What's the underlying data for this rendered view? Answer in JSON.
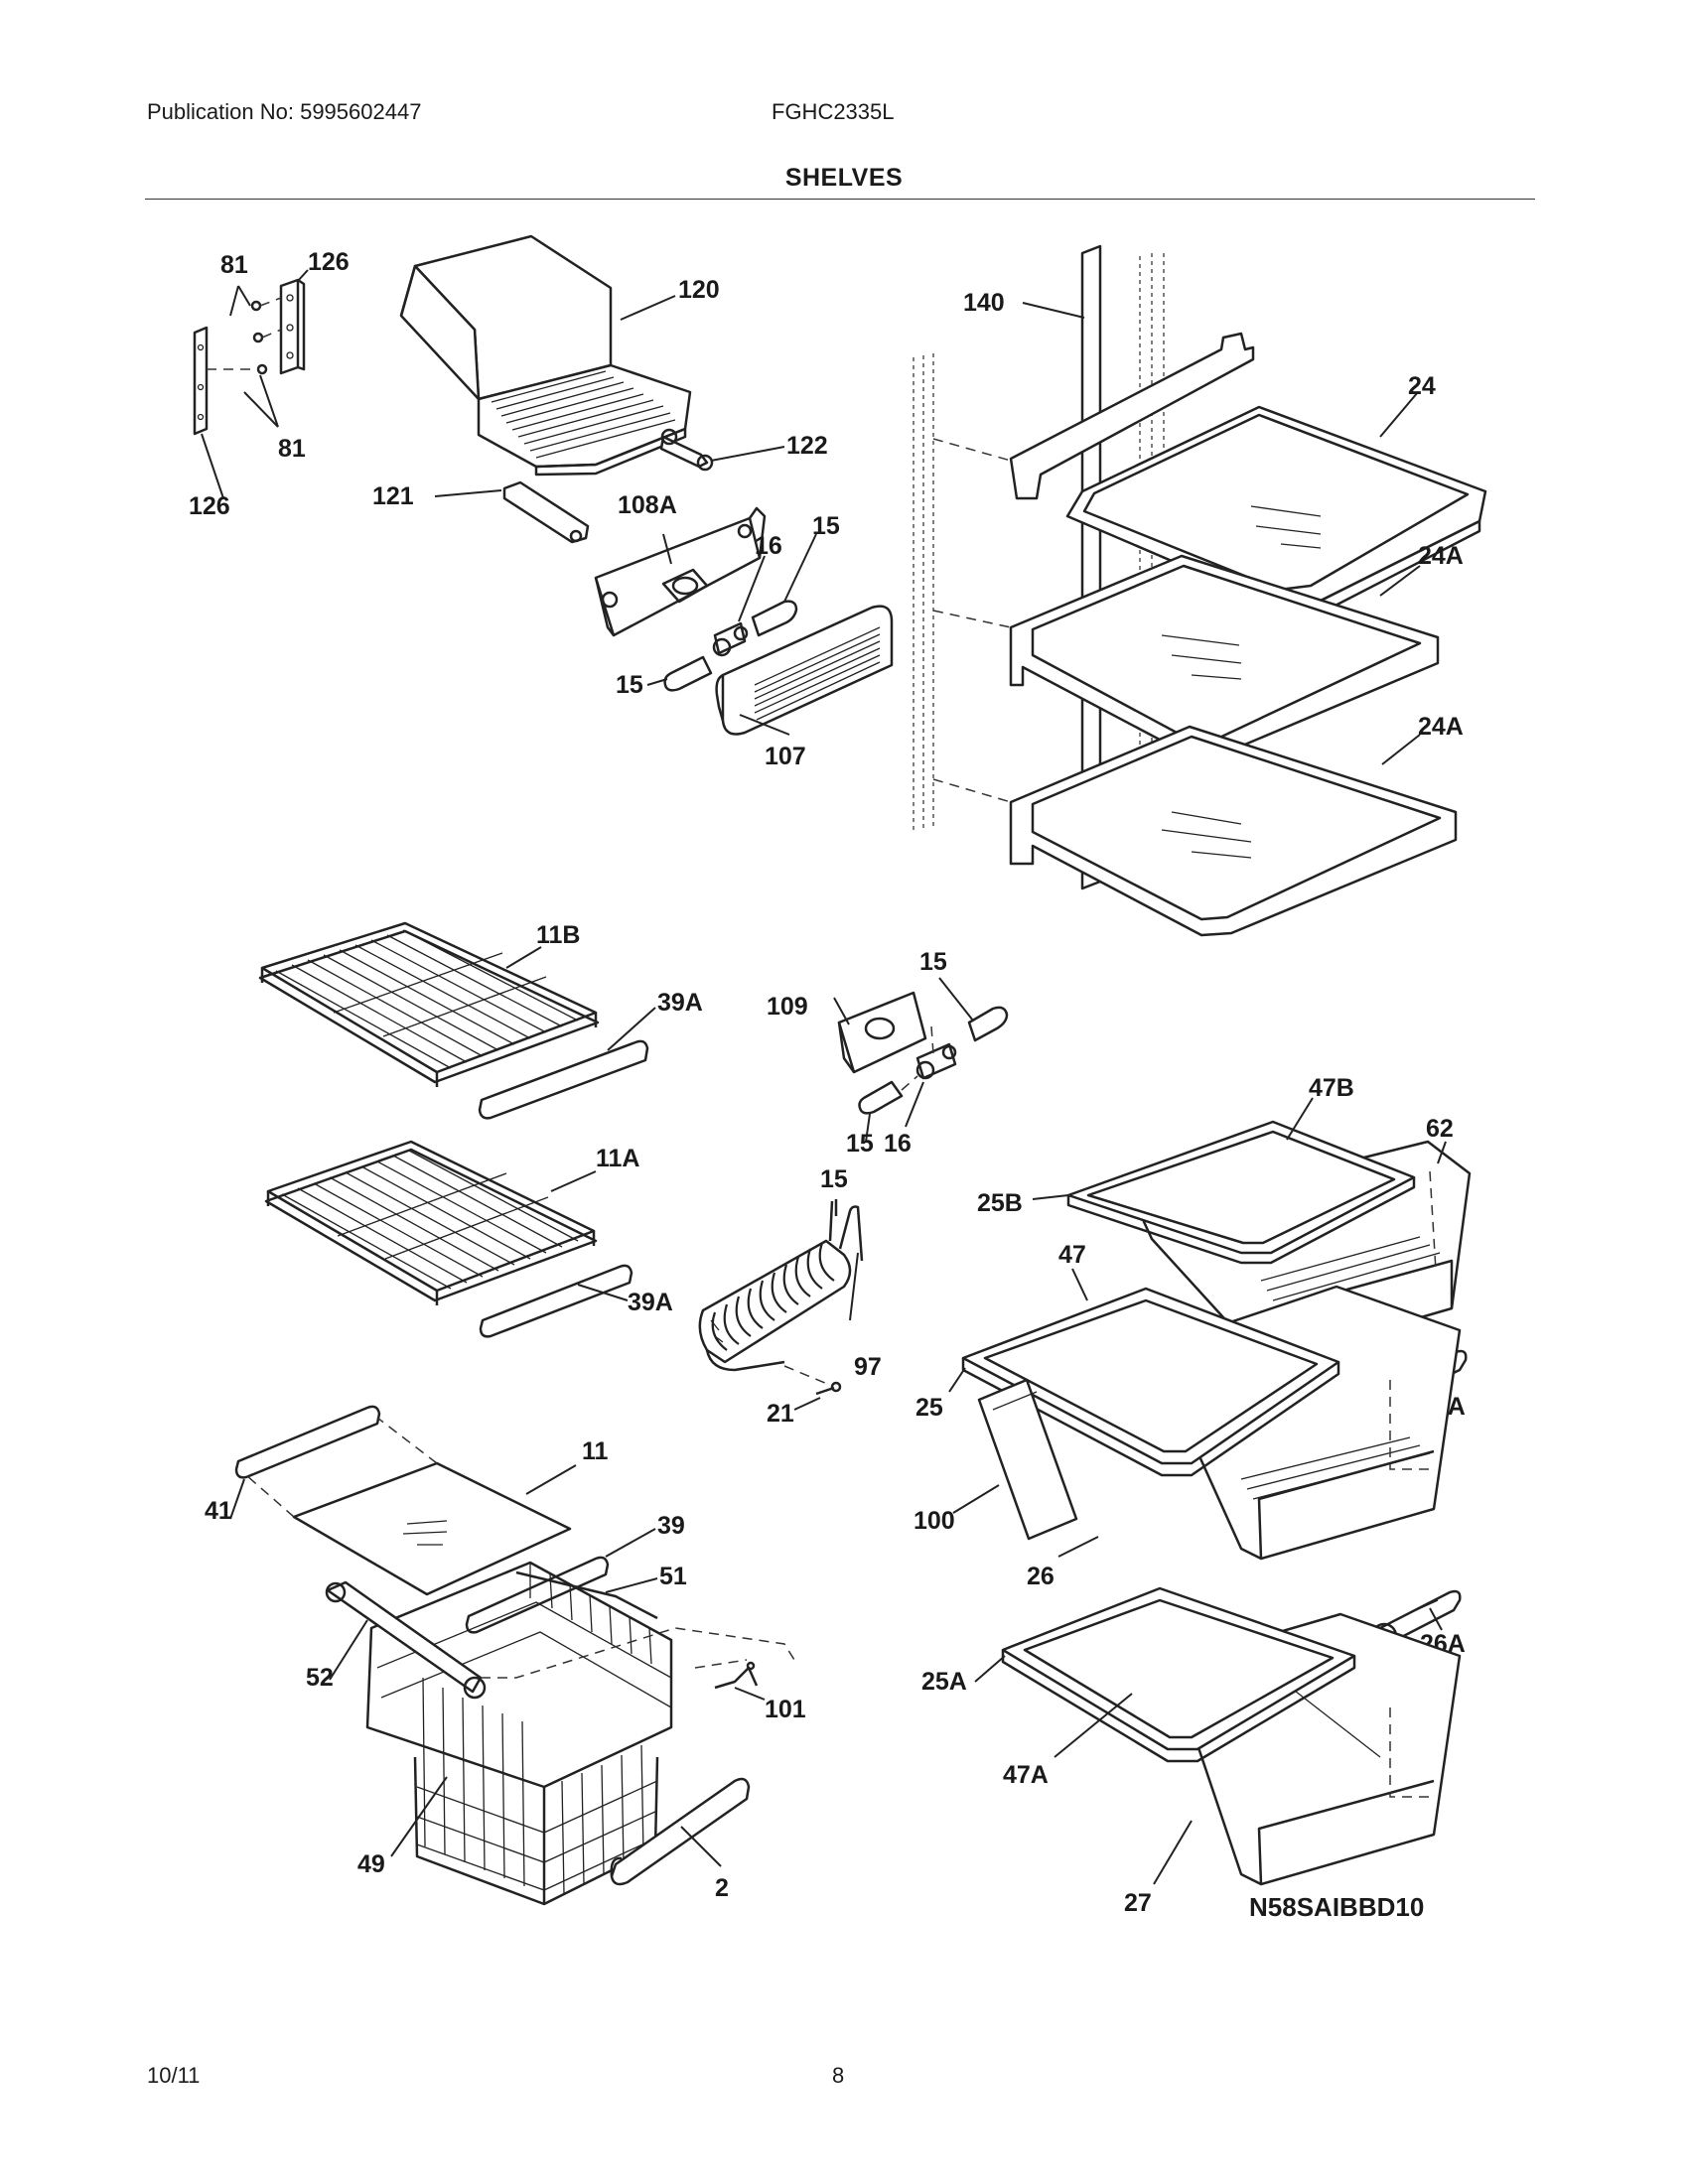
{
  "header": {
    "publication": "Publication No: 5995602447",
    "model": "FGHC2335L",
    "title": "SHELVES"
  },
  "footer": {
    "date": "10/11",
    "page": "8"
  },
  "diagram": {
    "callouts": {
      "c81a": "81",
      "c126a": "126",
      "c81b": "81",
      "c126b": "126",
      "c120": "120",
      "c122": "122",
      "c121": "121",
      "c108a": "108A",
      "c16a": "16",
      "c15a": "15",
      "c15b": "15",
      "c107": "107",
      "c140": "140",
      "c24": "24",
      "c24a1": "24A",
      "c24a2": "24A",
      "c11b": "11B",
      "c39a1": "39A",
      "c11a": "11A",
      "c39a2": "39A",
      "c109": "109",
      "c15c": "15",
      "c15d": "15",
      "c16b": "16",
      "c15e": "15",
      "c97": "97",
      "c21": "21",
      "c47b": "47B",
      "c62": "62",
      "c25b": "25B",
      "c47": "47",
      "c26a1": "26A",
      "c25": "25",
      "c100": "100",
      "c26": "26",
      "c26a2": "26A",
      "c25a": "25A",
      "c47a": "47A",
      "c27": "27",
      "c11": "11",
      "c41": "41",
      "c39": "39",
      "c51": "51",
      "c52": "52",
      "c101": "101",
      "c49": "49",
      "c2": "2"
    },
    "code": "N58SAIBBD10"
  }
}
